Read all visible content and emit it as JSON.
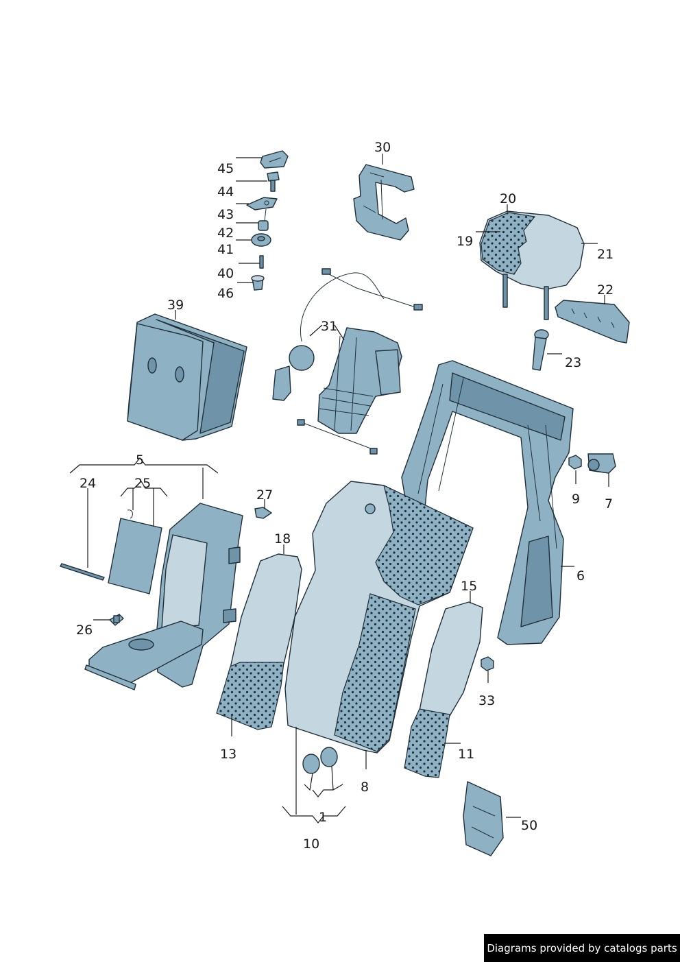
{
  "callouts": {
    "c1": "1",
    "c5": "5",
    "c6": "6",
    "c7": "7",
    "c8": "8",
    "c9": "9",
    "c10": "10",
    "c11": "11",
    "c13": "13",
    "c15": "15",
    "c18": "18",
    "c19": "19",
    "c20": "20",
    "c21": "21",
    "c22": "22",
    "c23": "23",
    "c24": "24",
    "c25": "25",
    "c26": "26",
    "c27": "27",
    "c30": "30",
    "c31": "31",
    "c33": "33",
    "c39": "39",
    "c40": "40",
    "c41": "41",
    "c42": "42",
    "c43": "43",
    "c44": "44",
    "c45": "45",
    "c46": "46",
    "c50": "50"
  },
  "footer": {
    "watermark": "Diagrams provided by catalogs parts"
  },
  "colors": {
    "part_fill": "#8fb1c4",
    "part_light": "#c4d6e0",
    "outline": "#1f2f3a",
    "background": "#ffffff"
  }
}
